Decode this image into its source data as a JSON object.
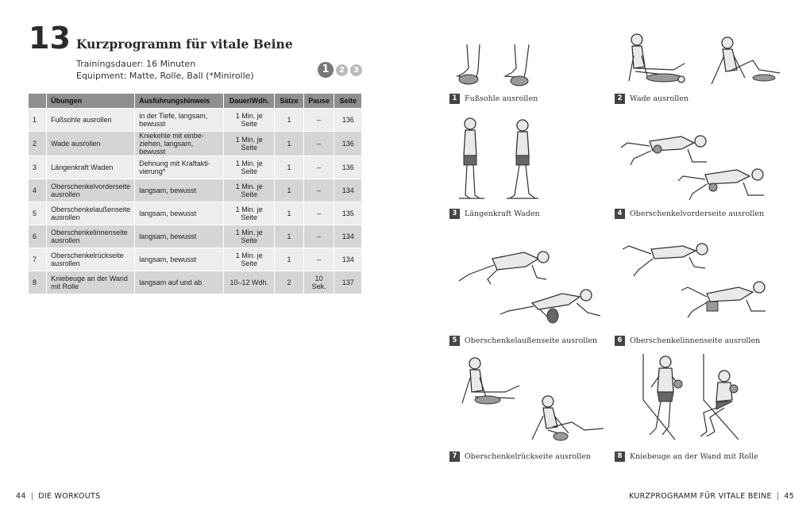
{
  "header": {
    "number": "13",
    "title": "Kurzprogramm für vitale Beine",
    "duration": "Trainingsdauer: 16 Minuten",
    "equipment": "Equipment: Matte, Rolle, Ball (*Minirolle)"
  },
  "level_circles": [
    "1",
    "2",
    "3"
  ],
  "table": {
    "headers": [
      "",
      "Übungen",
      "Ausführungshinweis",
      "Dauer/Wdh.",
      "Sätze",
      "Pause",
      "Seite"
    ],
    "rows": [
      [
        "1",
        "Fußsohle ausrollen",
        "in der Tiefe, langsam, bewusst",
        "1 Min. je Seite",
        "1",
        "–",
        "136"
      ],
      [
        "2",
        "Wade ausrollen",
        "Kniekehle mit einbe-ziehen, langsam, bewusst",
        "1 Min. je Seite",
        "1",
        "–",
        "136"
      ],
      [
        "3",
        "Längenkraft Waden",
        "Dehnung mit Kraftakti-vierung*",
        "1 Min. je Seite",
        "1",
        "–",
        "136"
      ],
      [
        "4",
        "Oberschenkelvorderseite ausrollen",
        "langsam, bewusst",
        "1 Min. je Seite",
        "1",
        "–",
        "134"
      ],
      [
        "5",
        "Oberschenkelaußenseite ausrollen",
        "langsam, bewusst",
        "1 Min. je Seite",
        "1",
        "–",
        "135"
      ],
      [
        "6",
        "Oberschenkelinnenseite ausrollen",
        "langsam, bewusst",
        "1 Min. je Seite",
        "1",
        "–",
        "134"
      ],
      [
        "7",
        "Oberschenkelrückseite ausrollen",
        "langsam, bewusst",
        "1 Min. je Seite",
        "1",
        "–",
        "134"
      ],
      [
        "8",
        "Kniebeuge an der Wand mit Rolle",
        "langsam auf und ab",
        "10–12 Wdh.",
        "2",
        "10 Sek.",
        "137"
      ]
    ]
  },
  "figures": [
    {
      "num": "1",
      "caption": "Fußsohle ausrollen"
    },
    {
      "num": "2",
      "caption": "Wade ausrollen"
    },
    {
      "num": "3",
      "caption": "Längenkraft Waden"
    },
    {
      "num": "4",
      "caption": "Oberschenkelvorderseite ausrollen"
    },
    {
      "num": "5",
      "caption": "Oberschenkelaußenseite ausrollen"
    },
    {
      "num": "6",
      "caption": "Oberschenkelinnenseite ausrollen"
    },
    {
      "num": "7",
      "caption": "Oberschenkelrückseite ausrollen"
    },
    {
      "num": "8",
      "caption": "Kniebeuge an der Wand mit Rolle"
    }
  ],
  "footer": {
    "left_page": "44",
    "left_text": "DIE WORKOUTS",
    "right_text": "KURZPROGRAMM FÜR VITALE BEINE",
    "right_page": "45",
    "separator": "|"
  }
}
